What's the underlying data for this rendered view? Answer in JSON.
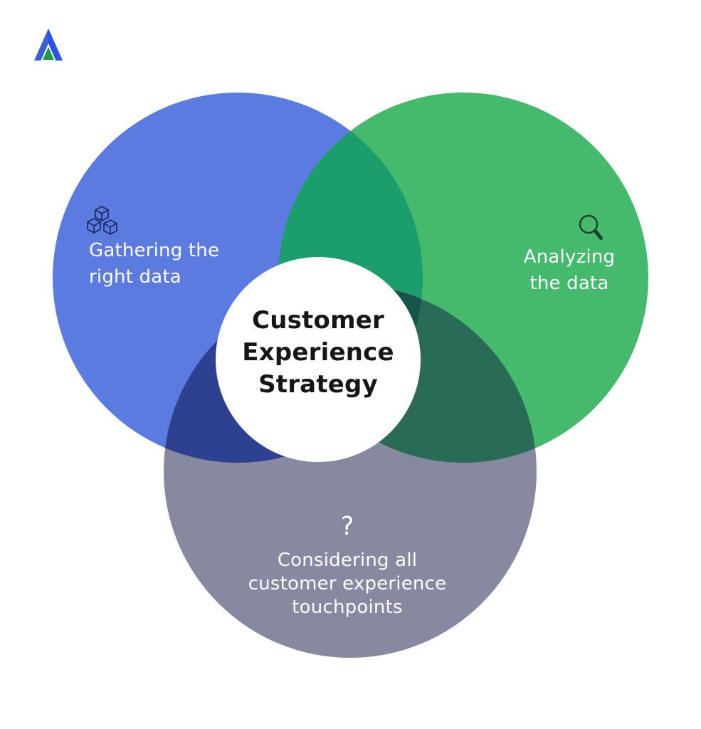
{
  "logo": {
    "name": "brand-logo",
    "colors": {
      "left_face": "#3d5fd6",
      "right_face": "#2b51e6",
      "inner_triangle": "#1e9c44"
    }
  },
  "venn": {
    "colors": {
      "blue": "#5b7be0",
      "green": "#45ba6c",
      "gray": "#8689a0",
      "blue_green_overlap": "#1b9e6c",
      "blue_gray_overlap": "#2e4191",
      "green_gray_overlap": "#2a6b58",
      "triple_overlap": "#17544a",
      "center_bg": "#ffffff",
      "center_text": "#161616",
      "label_text": "#ffffff",
      "cubes_icon": "#1b2b61",
      "magnifier_icon": "#223b33"
    },
    "circles": {
      "blue": {
        "icon": "cubes-icon",
        "label_lines": [
          "Gathering the",
          "right data"
        ]
      },
      "green": {
        "icon": "magnifier-icon",
        "label_lines": [
          "Analyzing",
          "the data"
        ]
      },
      "gray": {
        "icon": "question-mark",
        "icon_glyph": "?",
        "label_lines": [
          "Considering all",
          "customer experience",
          "touchpoints"
        ]
      },
      "center": {
        "label_lines": [
          "Customer",
          "Experience",
          "Strategy"
        ]
      }
    }
  }
}
